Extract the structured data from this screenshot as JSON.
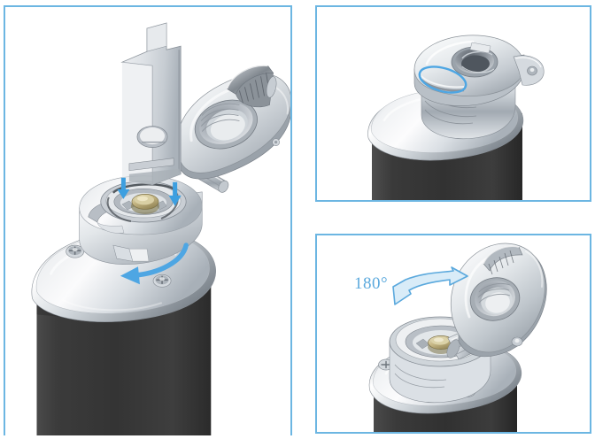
{
  "document": {
    "title": "Atomizer Hinged Cap Assembly Instruction Diagram",
    "type": "product-instruction-illustration",
    "panel_count": 3,
    "background_color": "#ffffff",
    "accent_color": "#6cb6e2",
    "annotation_color": "#5ba9dd"
  },
  "palette": {
    "panel_border": "#6cb6e2",
    "arrow_blue": "#3d9fe0",
    "arrow_blue_light": "#7ec4ec",
    "body_dark": "#3a3a3a",
    "body_dark_edge": "#222222",
    "metal_light": "#f2f3f5",
    "metal_mid": "#c9ced4",
    "metal_dark": "#8d949c",
    "metal_shadow": "#5e656d",
    "brass": "#c8b882",
    "brass_dark": "#8d7f4f",
    "white": "#ffffff"
  },
  "panels": [
    {
      "id": "main",
      "name": "exploded-hinge-view",
      "position": "left",
      "caption": "",
      "device": {
        "body_label": "",
        "body_finish": "matte black",
        "cap_finish": "polished stainless steel",
        "parts_visible": [
          "hinged cap plate",
          "threaded 510 connector ring",
          "knurled adjustment screw",
          "vertical flat blade lever",
          "brass center contact pin",
          "two phillips screws",
          "chassis top deck"
        ]
      },
      "annotations": [
        {
          "name": "down-arrow-left",
          "type": "straight-arrow",
          "direction": "down",
          "label": ""
        },
        {
          "name": "down-arrow-right",
          "type": "straight-arrow",
          "direction": "down",
          "label": ""
        },
        {
          "name": "rotate-arrow",
          "type": "curved-arrow",
          "direction": "counter-clockwise",
          "label": ""
        }
      ]
    },
    {
      "id": "top-right",
      "name": "closed-cap-detail-view",
      "position": "top-right",
      "caption": "",
      "device": {
        "body_label": "",
        "body_finish": "matte black",
        "cap_finish": "polished stainless steel",
        "parts_visible": [
          "closed cap",
          "central airflow hole",
          "hinge barrel",
          "side phillips screw",
          "chassis top deck"
        ]
      },
      "annotations": [
        {
          "name": "highlight-ellipse",
          "type": "ellipse-callout",
          "label": ""
        }
      ]
    },
    {
      "id": "bottom-right",
      "name": "open-cap-180-view",
      "position": "bottom-right",
      "caption": "",
      "device": {
        "body_label": "",
        "body_finish": "matte black",
        "cap_finish": "polished stainless steel",
        "parts_visible": [
          "cap opened upright",
          "threaded ring hole",
          "hinge barrel",
          "brass center contact pin",
          "chassis top deck",
          "phillips screws"
        ]
      },
      "annotations": [
        {
          "name": "rotation-angle-label",
          "type": "text",
          "label": "180°"
        },
        {
          "name": "double-headed-curved-arrow",
          "type": "curved-double-arrow",
          "label": ""
        }
      ]
    }
  ]
}
